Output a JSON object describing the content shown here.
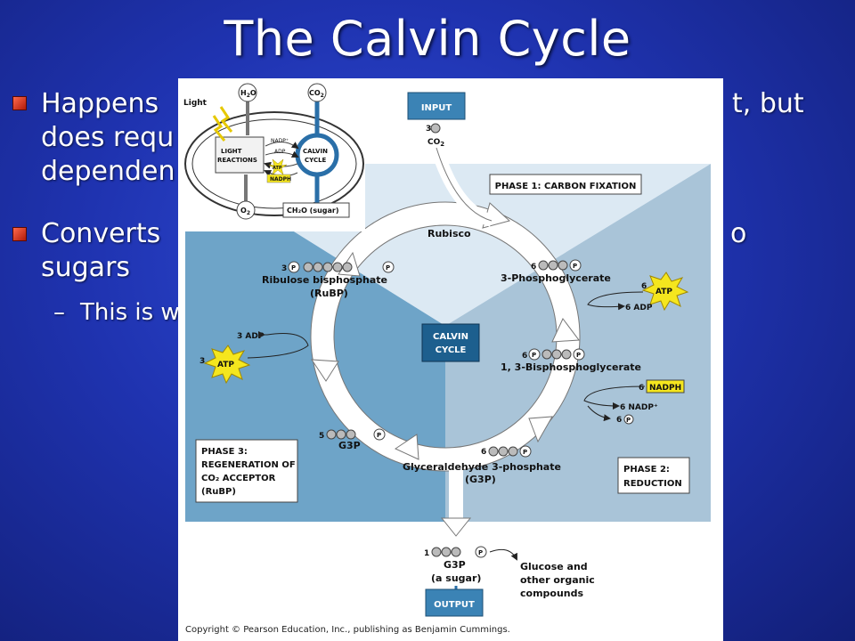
{
  "slide": {
    "title": "The Calvin Cycle",
    "bullet1": {
      "line1": "Happens",
      "line1_tail": "t, but",
      "line2": "does requ",
      "line3": "dependen"
    },
    "bullet2": {
      "line1": "Converts",
      "line1_tail": "o",
      "line2": "sugars"
    },
    "sub_bullet": {
      "dash": "–",
      "text": "This is w"
    }
  },
  "figure": {
    "inset": {
      "light": "Light",
      "h2o": "H",
      "h2o_sub": "2",
      "h2o_end": "O",
      "co2": "CO",
      "co2_sub": "2",
      "nadp": "NADP⁺",
      "adp": "ADP",
      "light_reactions_1": "LIGHT",
      "light_reactions_2": "REACTIONS",
      "calvin_1": "CALVIN",
      "calvin_2": "CYCLE",
      "atp": "ATP",
      "nadph": "NADPH",
      "o2": "O",
      "o2_sub": "2",
      "sugar": "CH₂O (sugar)"
    },
    "input_label": "INPUT",
    "input_count": "3",
    "input_molecule": "CO",
    "input_molecule_sub": "2",
    "phase1": "PHASE 1: CARBON FIXATION",
    "rubisco": "Rubisco",
    "pga_count": "6",
    "pga_label": "3-Phosphoglycerate",
    "atp_in_count": "6",
    "atp_label": "ATP",
    "adp_out": "6 ADP",
    "bpg_count": "6",
    "bpg_label": "1, 3-Bisphosphoglycerate",
    "nadph_count": "6",
    "nadph_label": "NADPH",
    "nadp_out": "6 NADP⁺",
    "pi_count": "6",
    "p_symbol": "P",
    "center_1": "CALVIN",
    "center_2": "CYCLE",
    "g3p_count": "6",
    "g3p_label_1": "Glyceraldehyde 3-phosphate",
    "g3p_label_2": "(G3P)",
    "phase2_1": "PHASE 2:",
    "phase2_2": "REDUCTION",
    "g3p_recycle_count": "5",
    "g3p_recycle_label": "G3P",
    "phase3_1": "PHASE 3:",
    "phase3_2": "REGENERATION OF",
    "phase3_3": "CO₂ ACCEPTOR",
    "phase3_4": "(RuBP)",
    "regen_adp": "3 ADP",
    "regen_atp_count": "3",
    "regen_atp": "ATP",
    "rubp_count": "3",
    "rubp_label_1": "Ribulose bisphosphate",
    "rubp_label_2": "(RuBP)",
    "output_count": "1",
    "output_label_1": "G3P",
    "output_label_2": "(a sugar)",
    "glucose_1": "Glucose and",
    "glucose_2": "other organic",
    "glucose_3": "compounds",
    "output_label": "OUTPUT",
    "copyright": "Copyright © Pearson Education, Inc., publishing as Benjamin Cummings."
  },
  "colors": {
    "background": "#1f33b0",
    "phase1_fill": "#c9dceb",
    "phase2_fill": "#a9c4d8",
    "phase3_fill": "#6ea4c8",
    "label_box": "#3b83b5",
    "atp_star": "#f5e61e",
    "nadph_box": "#f5e61e"
  }
}
